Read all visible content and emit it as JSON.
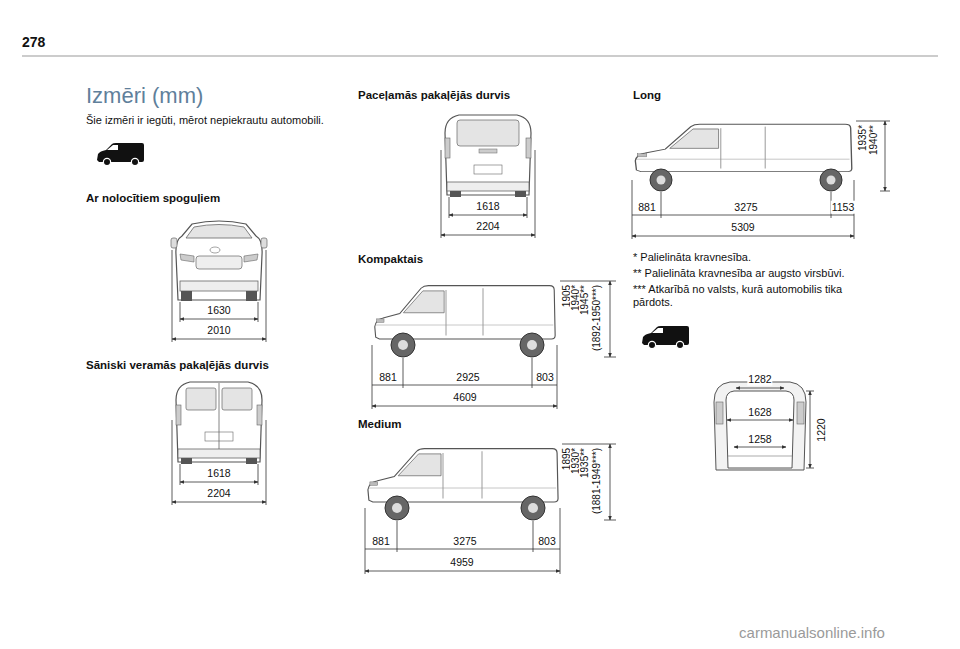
{
  "diagram": {
    "title": "Izmēri (mm)",
    "labels": [
      "278",
      "Šie izmēri ir iegūti, mērot nepiekrautu automobili.",
      "Ar nolocītiem spoguļiem",
      "1630",
      "2010",
      "Sāniski veramās pakaļējās durvis",
      "1618",
      "2204",
      "Paceļamās pakaļējās durvis",
      "1618",
      "2204",
      "Kompaktais",
      "881",
      "2925",
      "803",
      "4609",
      "1905",
      "1940*",
      "1945**",
      "(1892-1950***)",
      "Medium",
      "881",
      "3275",
      "803",
      "4959",
      "1895",
      "1930*",
      "1935**",
      "(1881-1949***)",
      "Long",
      "881",
      "3275",
      "1153",
      "5309",
      "1935*",
      "1940**",
      "* Palielināta kravnesība.",
      "** Palielināta kravnesība ar augsto virsbūvi.",
      "*** Atkarībā no valsts, kurā automobilis tika pārdots.",
      "1282",
      "1628",
      "1258",
      "1220",
      "carmanualsonline.info"
    ]
  }
}
